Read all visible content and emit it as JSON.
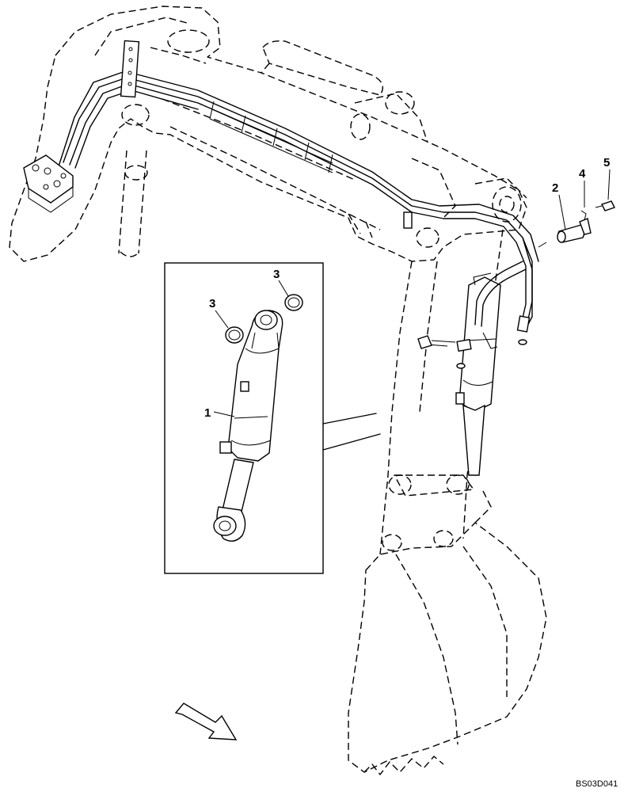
{
  "callouts": {
    "c1": "1",
    "c2": "2",
    "c3a": "3",
    "c3b": "3",
    "c4": "4",
    "c5": "5"
  },
  "drawing_id": "BS03D041"
}
